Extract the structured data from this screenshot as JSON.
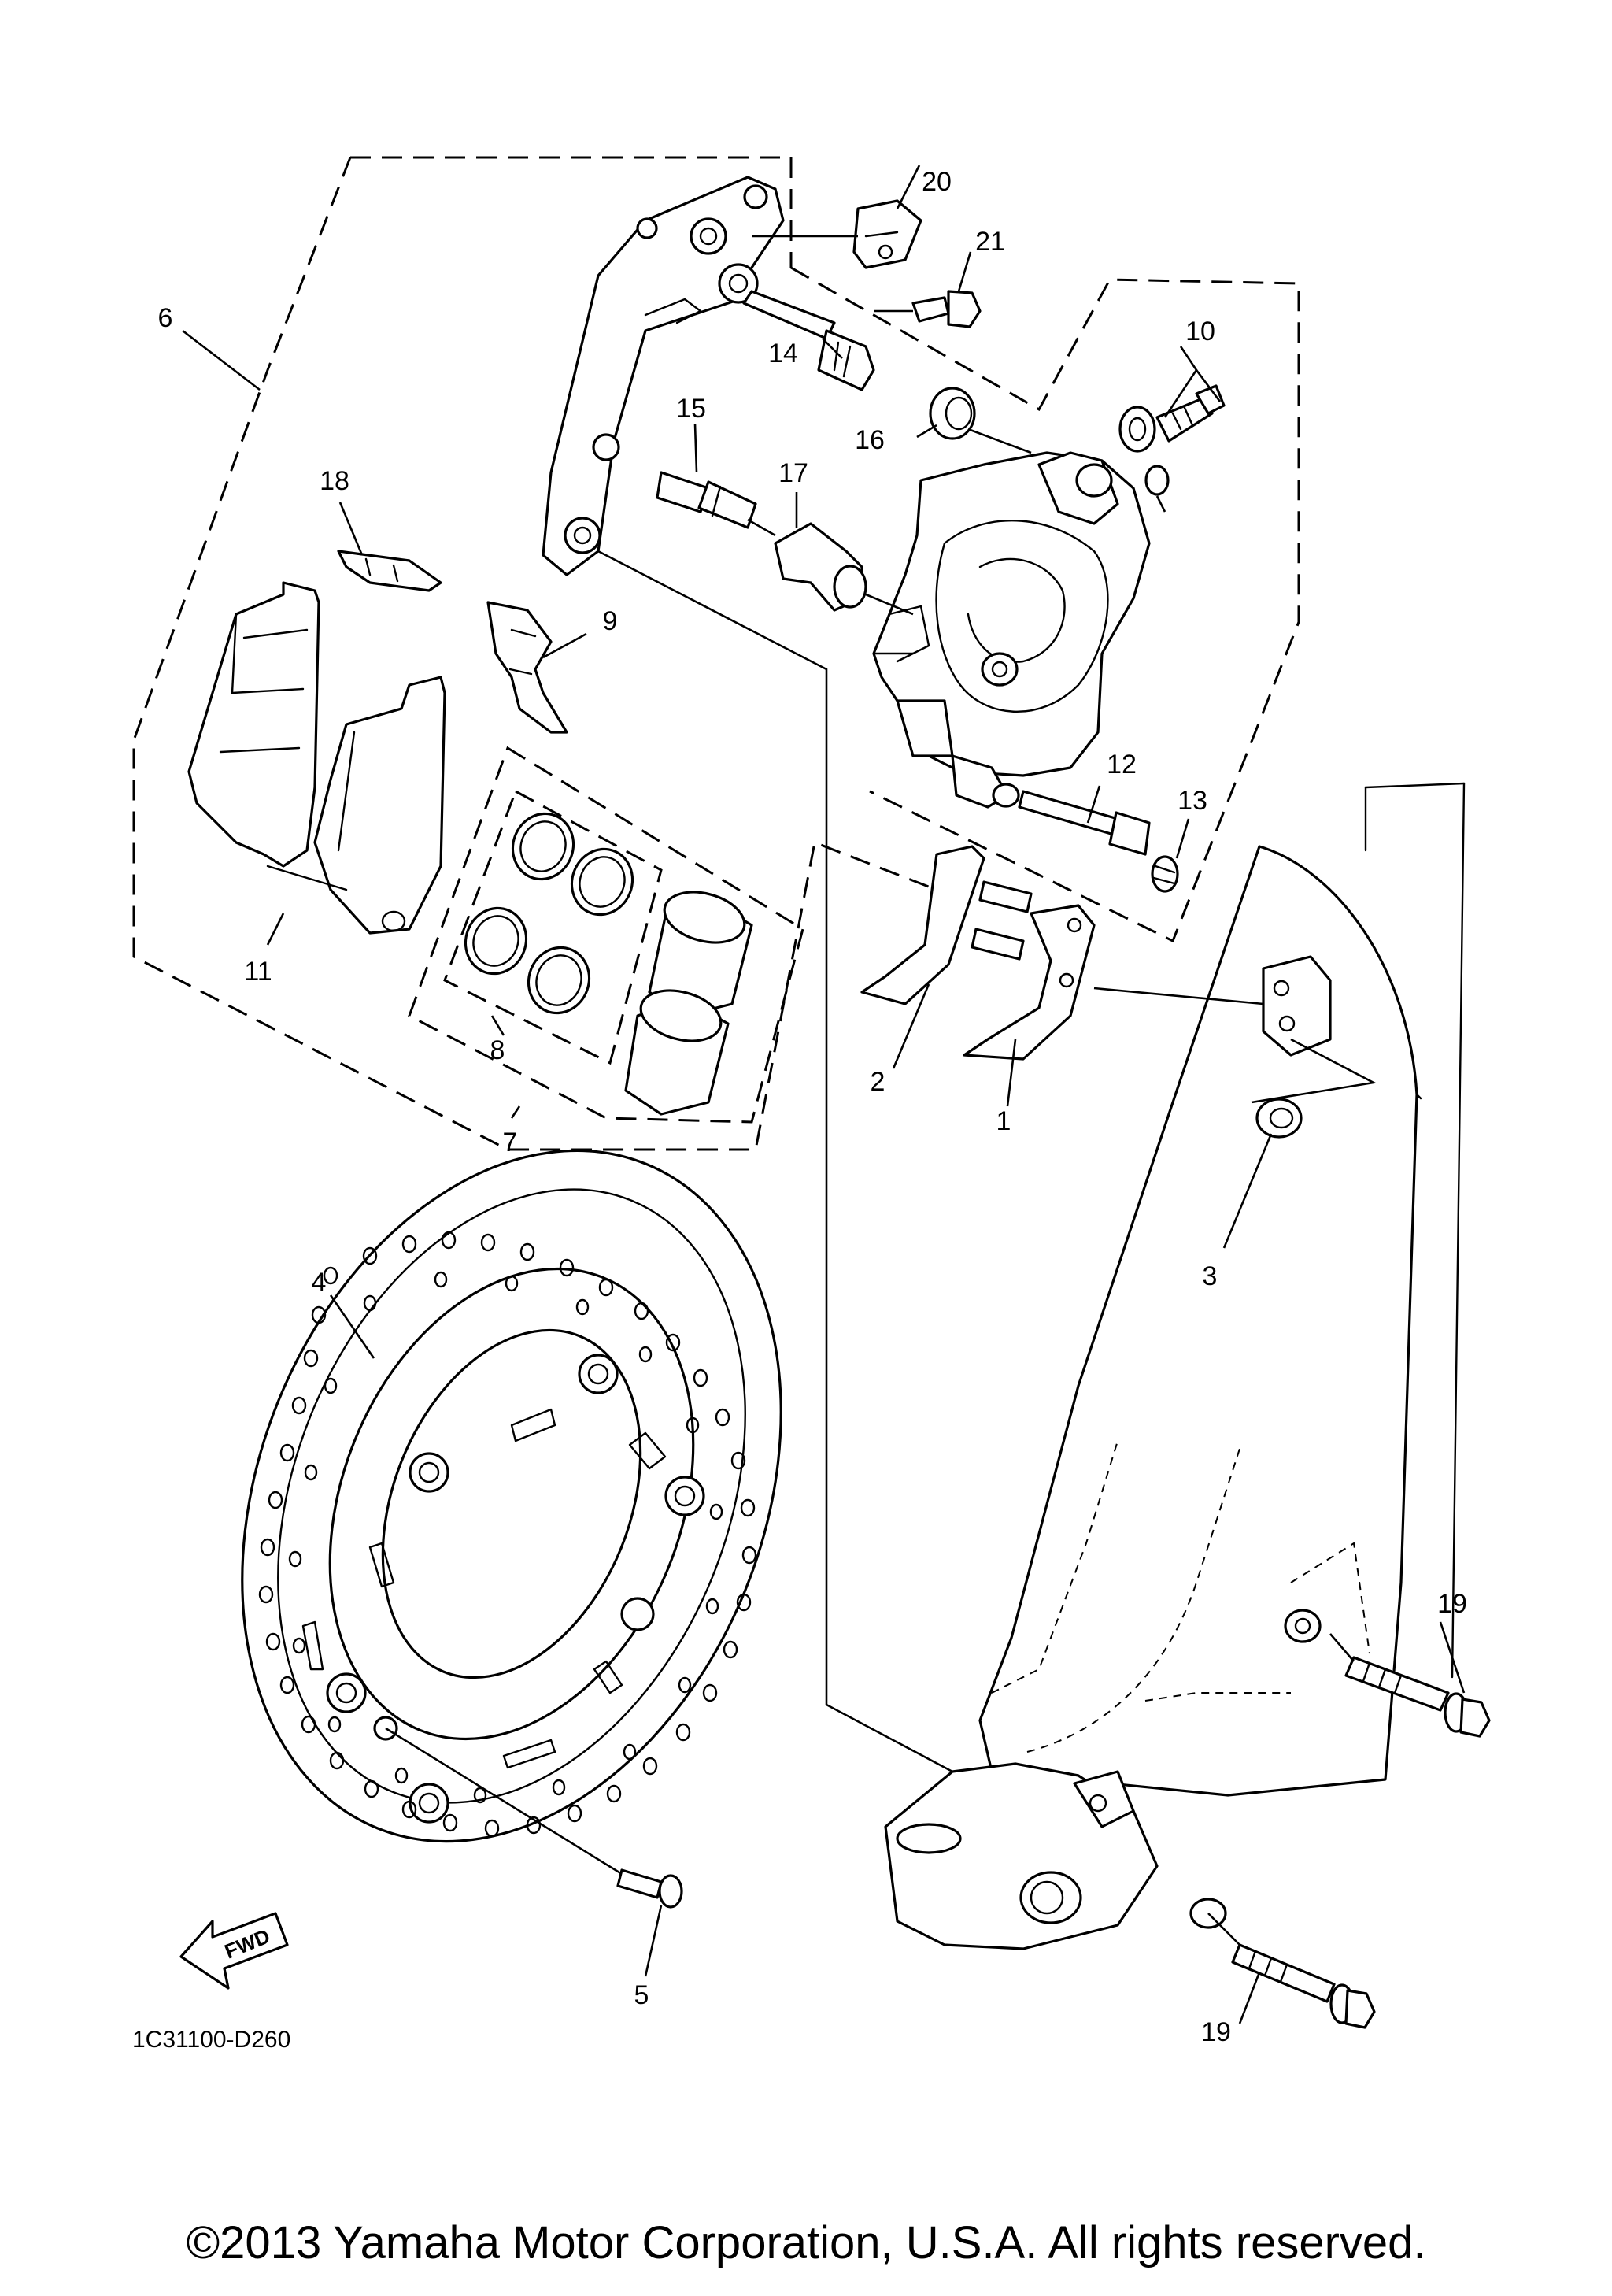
{
  "diagram": {
    "callouts": [
      "1",
      "2",
      "3",
      "4",
      "5",
      "6",
      "7",
      "8",
      "9",
      "10",
      "11",
      "12",
      "13",
      "14",
      "15",
      "16",
      "17",
      "18",
      "19",
      "20",
      "21"
    ],
    "callout_19_second": "19",
    "drawing_code": "1C31100-D260",
    "fwd_label": "FWD"
  },
  "footer": {
    "copyright": "©2013 Yamaha Motor Corporation, U.S.A. All rights reserved."
  }
}
